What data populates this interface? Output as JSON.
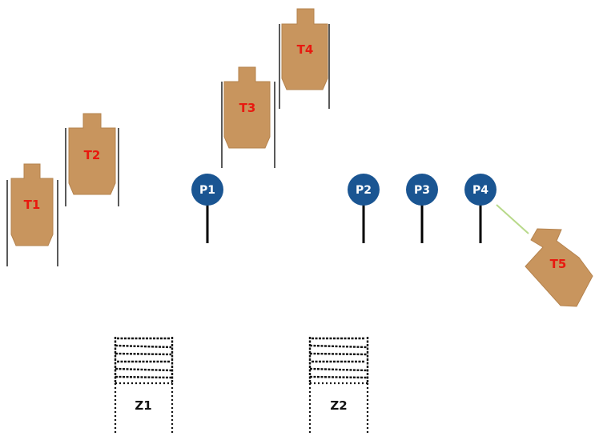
{
  "colors": {
    "target_fill": "#C8955E",
    "target_stroke": "#B5834E",
    "target_label": "#E8190F",
    "post_fill": "#1A5592",
    "post_label": "#FFFFFF",
    "stand": "#000000",
    "tether": "#B8D98A",
    "zone_ink": "#111111"
  },
  "targets": [
    {
      "label": "T1"
    },
    {
      "label": "T2"
    },
    {
      "label": "T3"
    },
    {
      "label": "T4"
    },
    {
      "label": "T5"
    }
  ],
  "posts": [
    {
      "label": "P1"
    },
    {
      "label": "P2"
    },
    {
      "label": "P3"
    },
    {
      "label": "P4"
    }
  ],
  "zones": [
    {
      "label": "Z1"
    },
    {
      "label": "Z2"
    }
  ]
}
